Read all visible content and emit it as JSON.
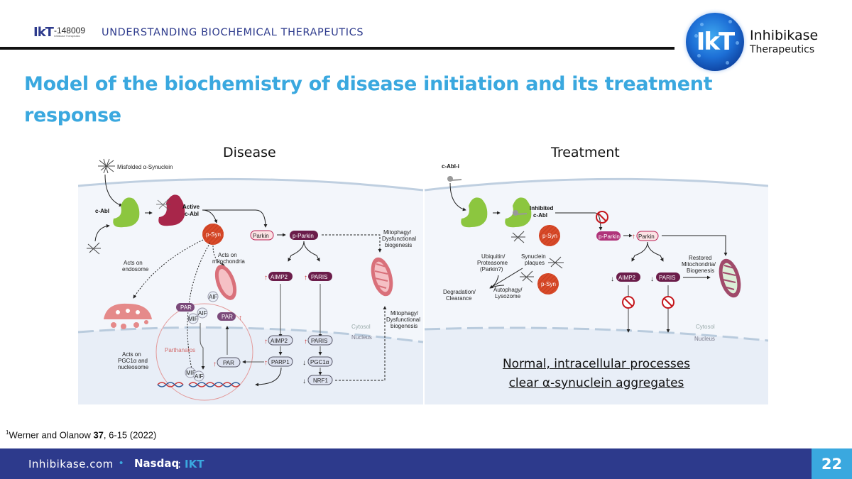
{
  "header": {
    "logo_small": {
      "mark": "IkT",
      "number": "-148009",
      "subtext": "Inhibikase Therapeutics"
    },
    "tagline": "UNDERSTANDING BIOCHEMICAL THERAPEUTICS",
    "brand": {
      "mark": "IkT",
      "line1": "Inhibikase",
      "line2": "Therapeutics"
    }
  },
  "title": "Model of the biochemistry of disease initiation and its treatment response",
  "colors": {
    "title_blue": "#3aa8df",
    "navy": "#2d3a8c",
    "active_cabl": "#a8264a",
    "inactive_cabl": "#8cc63f",
    "pill_dark": "#6b1d4a",
    "pill_magenta": "#b0347a",
    "pill_light": "#dde2f0",
    "mito": "#d9707a",
    "inhibit_red": "#c4161c"
  },
  "disease": {
    "panel_label": "Disease",
    "misfolded": "Misfolded α-Synuclein",
    "cabl": "c-Abl",
    "active_cabl": [
      "Active",
      "c-Abl"
    ],
    "psyn": "p-Syn",
    "parkin": "Parkin",
    "p_parkin": "p-Parkin",
    "mitophagy_top": [
      "Mitophagy/",
      "Dysfunctional",
      "biogenesis"
    ],
    "acts_endosome": [
      "Acts on",
      "endosome"
    ],
    "acts_mito": [
      "Acts on",
      "mitochondria"
    ],
    "aimp2": "AIMP2",
    "paris": "PARIS",
    "aif": "AIF",
    "par": "PAR",
    "mif": "MIF",
    "parthanatos": "Parthanatos",
    "acts_pgc": [
      "Acts on",
      "PGC1α and",
      "nucleosome"
    ],
    "parp1": "PARP1",
    "pgc1a": "PGC1α",
    "nrf1": "NRF1",
    "mitophagy_mid": [
      "Mitophagy/",
      "Dysfunctional",
      "biogenesis"
    ],
    "cytosol": "Cytosol",
    "nucleus": "Nucleus"
  },
  "treatment": {
    "panel_label": "Treatment",
    "cabl_i": "c-Abl-i",
    "inhibited_cabl": [
      "Inhibited",
      "c-Abl"
    ],
    "psyn": "p-Syn",
    "p_parkin": "p-Parkin",
    "parkin": "Parkin",
    "ubiquitin": [
      "Ubiquitin/",
      "Proteasome",
      "(Parkin?)"
    ],
    "synuclein_plaques": [
      "Synuclein",
      "plaques"
    ],
    "degradation": [
      "Degradation/",
      "Clearance"
    ],
    "autophagy": [
      "Autophagy/",
      "Lysozome"
    ],
    "restored": [
      "Restored",
      "Mitochondria/",
      "Biogenesis"
    ],
    "aimp2": "AIMP2",
    "paris": "PARIS",
    "cytosol": "Cytosol",
    "nucleus": "Nucleus",
    "caption_line1": "Normal, intracellular processes",
    "caption_line2": "clear α-synuclein aggregates"
  },
  "footnote": {
    "sup": "1",
    "authors": "Werner and Olanow ",
    "volume": "37",
    "rest": ", 6-15 (2022)"
  },
  "footer": {
    "site": "Inhibikase.com",
    "bullet": "•",
    "exchange": "Nasdaq",
    "colon": ":",
    "ticker": "IKT",
    "page": "22"
  }
}
